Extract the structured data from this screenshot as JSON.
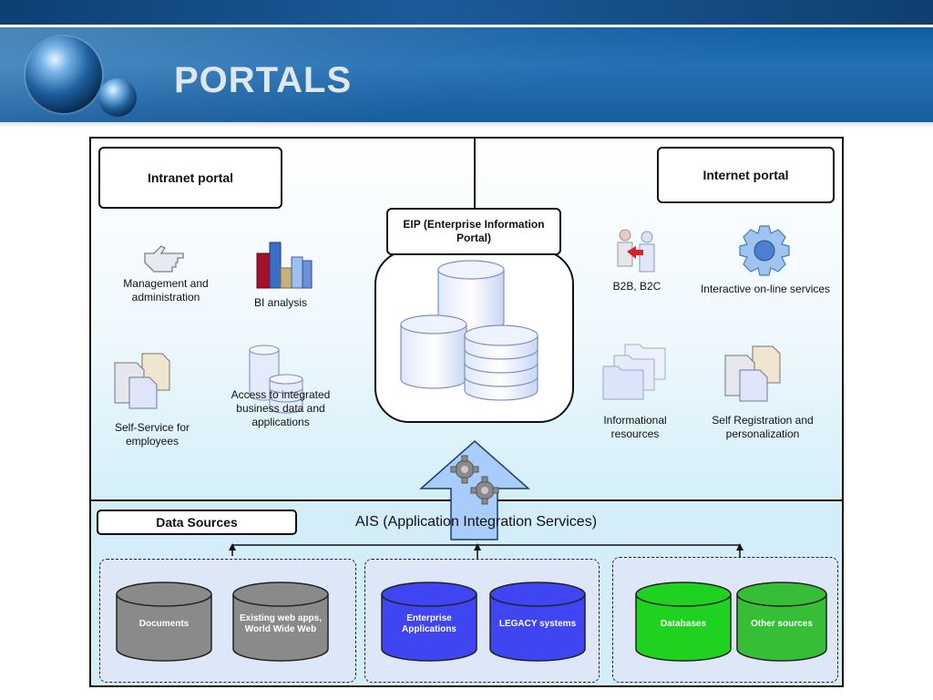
{
  "slide": {
    "title": "PORTALS"
  },
  "intranet": {
    "title": "Intranet portal"
  },
  "internet": {
    "title": "Internet portal"
  },
  "eip": {
    "title": "EIP (Enterprise Information Portal)"
  },
  "intranet_items": {
    "management": "Management and administration",
    "bi": "BI analysis",
    "self_service": "Self-Service for employees",
    "access": "Access to integrated business data and applications"
  },
  "internet_items": {
    "b2b": "B2B, B2C",
    "interactive": "Interactive on-line services",
    "informational": "Informational resources",
    "self_registration": "Self Registration and personalization"
  },
  "data_sources": {
    "title": "Data Sources",
    "ais": "AIS (Application Integration Services)",
    "groups": [
      {
        "items": [
          {
            "label": "Documents",
            "color": "#8a8a8a"
          },
          {
            "label": "Existing web apps, World Wide Web",
            "color": "#8a8a8a"
          }
        ]
      },
      {
        "items": [
          {
            "label": "Enterprise Applications",
            "color": "#3f45f0"
          },
          {
            "label": "LEGACY systems",
            "color": "#3f45f0"
          }
        ]
      },
      {
        "items": [
          {
            "label": "Databases",
            "color": "#1fd21f"
          },
          {
            "label": "Other sources",
            "color": "#36bf36"
          }
        ]
      }
    ]
  }
}
